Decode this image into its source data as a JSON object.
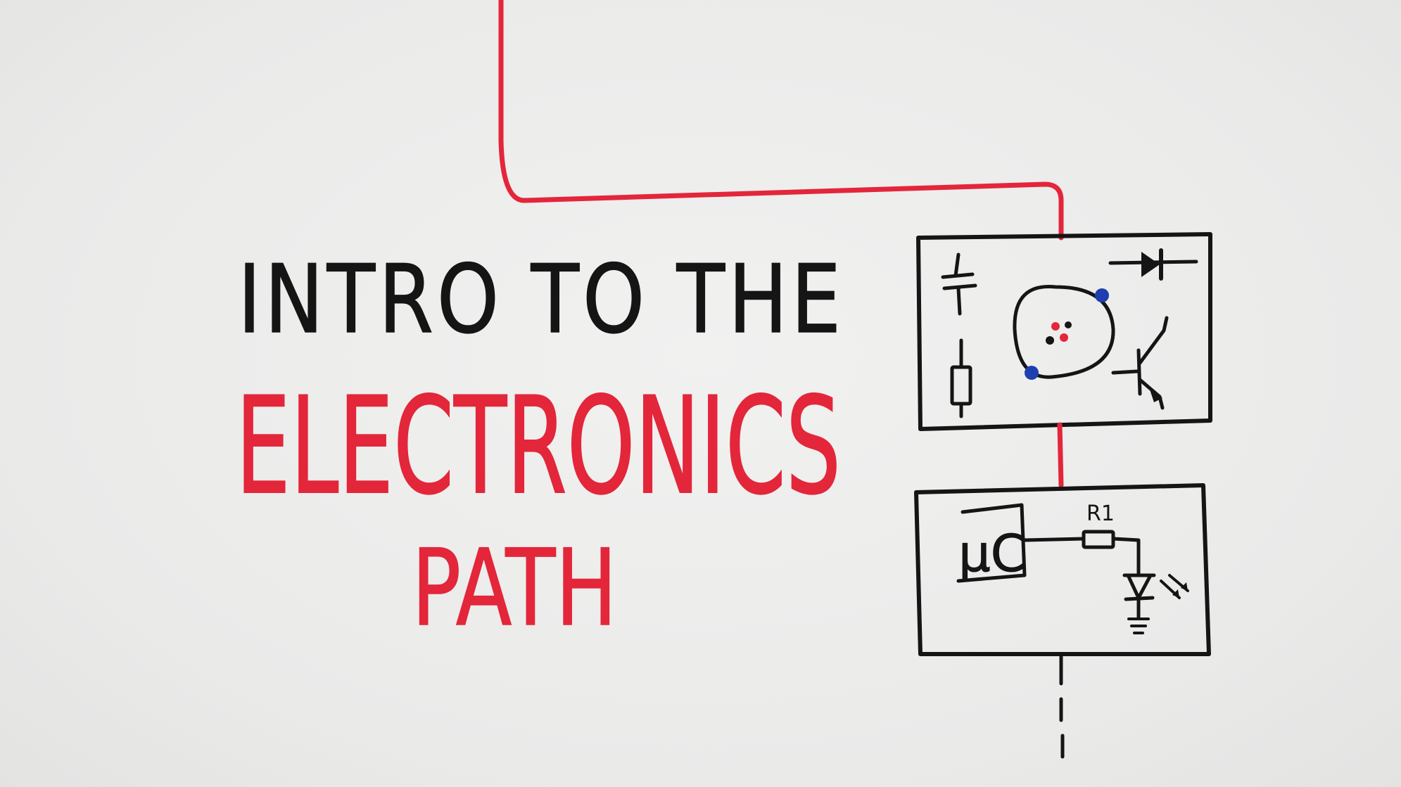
{
  "title": {
    "line1": "INTRO TO THE",
    "line2": "ELECTRONICS",
    "line3": "PATH"
  },
  "diagram": {
    "microcontroller_label": "µC",
    "resistor_label": "R1"
  },
  "colors": {
    "black_marker": "#151515",
    "red_marker": "#e3263a",
    "blue_marker": "#1f3fb0",
    "board": "#ededec"
  }
}
